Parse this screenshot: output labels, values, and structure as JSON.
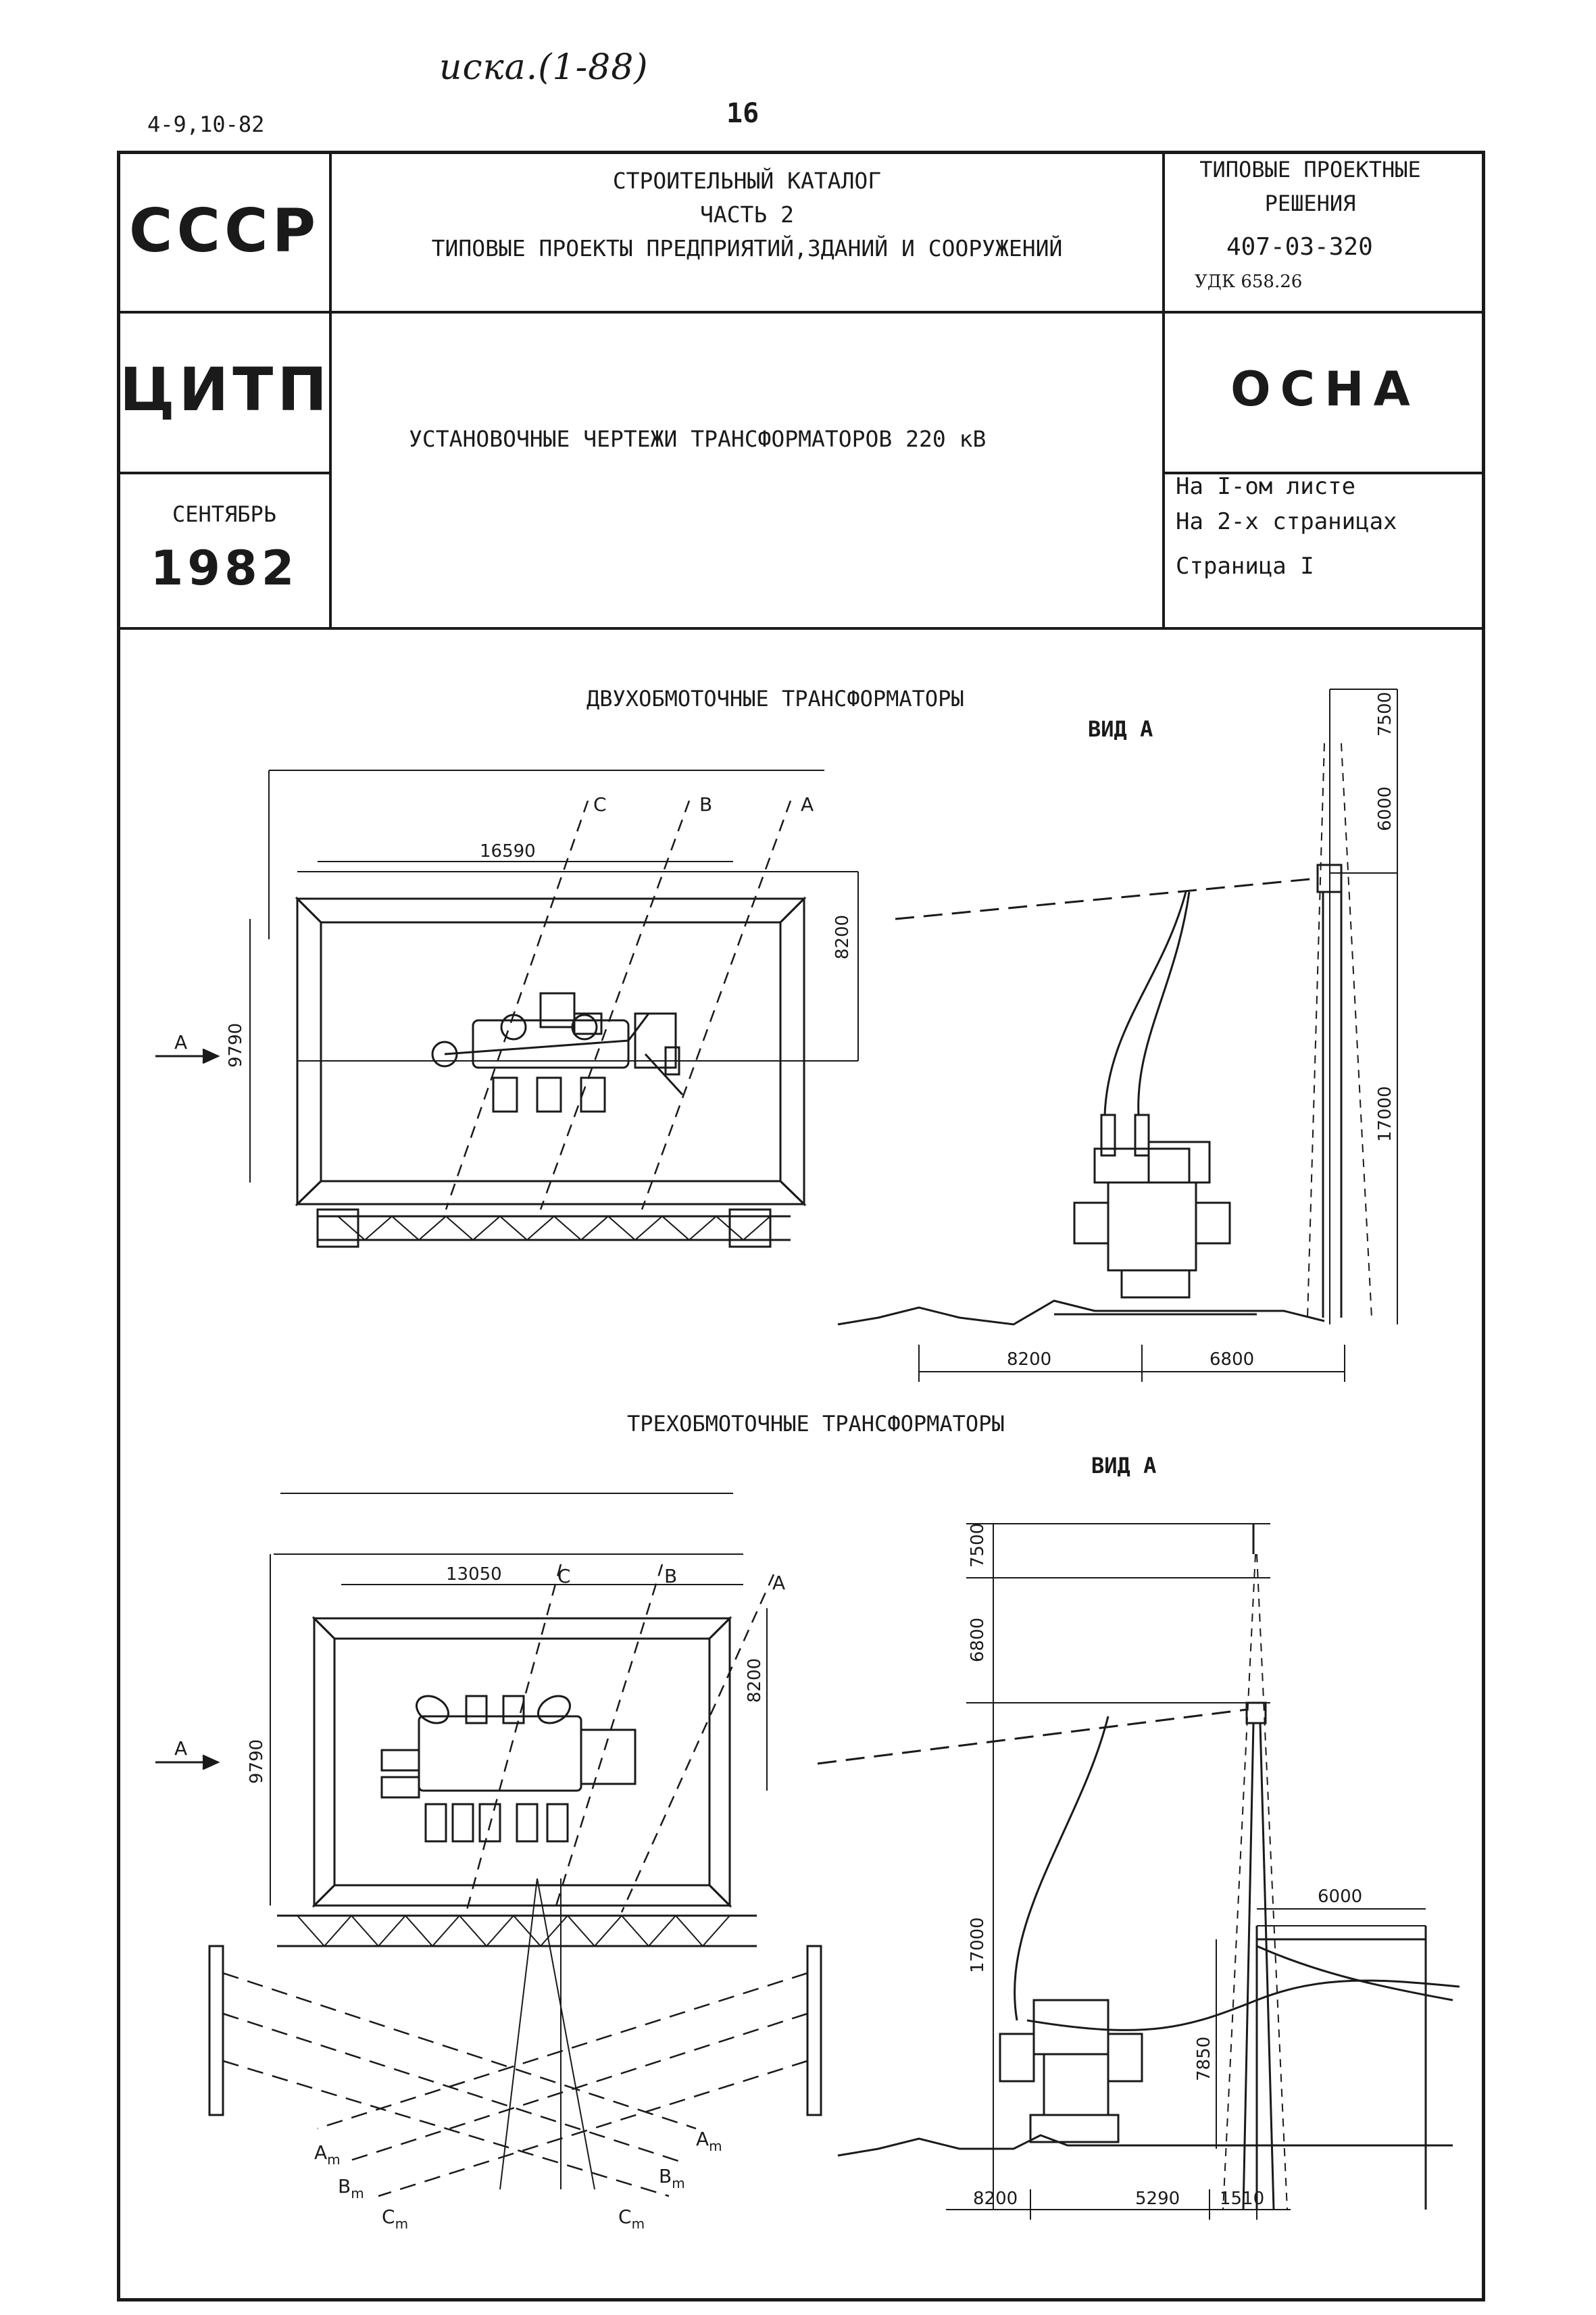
{
  "handwritten_note": "иска.(1-88)",
  "doc_number": "4-9,10-82",
  "page_number": "16",
  "header": {
    "ussr": "СССР",
    "citp": "ЦИТП",
    "month": "СЕНТЯБРЬ",
    "year": "1982",
    "catalog_line1": "СТРОИТЕЛЬНЫЙ КАТАЛОГ",
    "catalog_line2": "ЧАСТЬ 2",
    "catalog_line3": "ТИПОВЫЕ ПРОЕКТЫ ПРЕДПРИЯТИЙ,ЗДАНИЙ И СООРУЖЕНИЙ",
    "typical_line1": "ТИПОВЫЕ ПРОЕКТНЫЕ",
    "typical_line2": "РЕШЕНИЯ",
    "project_code": "407-03-320",
    "udk": "УДК 658.26",
    "title": "УСТАНОВОЧНЫЕ ЧЕРТЕЖИ ТРАНСФОРМАТОРОВ 220 кВ",
    "section": "ОСНА",
    "sheet_info1": "На I-ом листе",
    "sheet_info2": "На 2-х страницах",
    "sheet_info3": "Страница I"
  },
  "drawing_top": {
    "title": "ДВУХОБМОТОЧНЫЕ ТРАНСФОРМАТОРЫ",
    "view_label": "ВИД А",
    "arrow_label": "А",
    "phase_c": "C",
    "phase_b": "B",
    "phase_a": "A",
    "dim_width": "16590",
    "dim_depth_left": "9790",
    "dim_depth_right": "8200",
    "dim_top_portal": "7500",
    "dim_mid_portal": "6000",
    "dim_portal_height": "17000",
    "dim_base_left": "8200",
    "dim_base_right": "6800"
  },
  "drawing_bottom": {
    "title": "ТРЕХОБМОТОЧНЫЕ ТРАНСФОРМАТОРЫ",
    "view_label": "ВИД А",
    "arrow_label": "А",
    "phase_c": "C",
    "phase_b": "B",
    "phase_a": "A",
    "dim_width": "13050",
    "dim_depth_left": "9790",
    "dim_depth_right": "8200",
    "dim_top_portal": "7500",
    "dim_mid_portal": "6800",
    "dim_portal_height": "17000",
    "dim_side_span": "6000",
    "dim_side_height": "7850",
    "dim_base_1": "8200",
    "dim_base_2": "5290",
    "dim_base_3": "1510",
    "am_left": "A",
    "bm_left": "B",
    "cm_left": "C",
    "am_right": "A",
    "bm_right": "B",
    "cm_right": "C",
    "sub_m": "m"
  }
}
